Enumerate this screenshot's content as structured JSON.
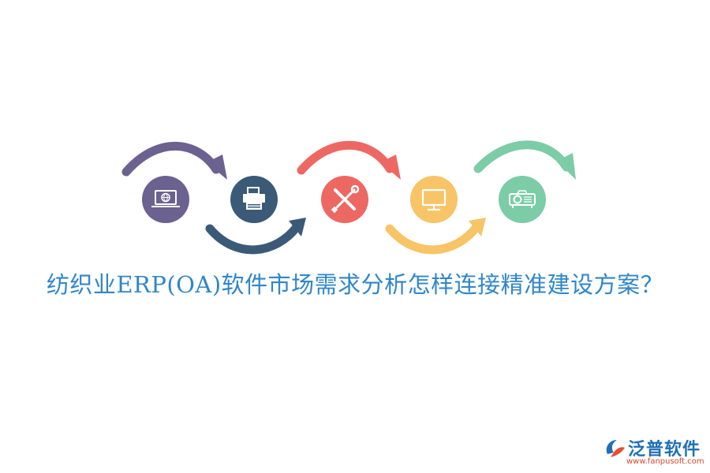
{
  "title": "纺织业ERP(OA)软件市场需求分析怎样连接精准建设方案？",
  "steps": [
    {
      "icon": "laptop-globe-icon",
      "color": "#6b6290"
    },
    {
      "icon": "printer-icon",
      "color": "#3a5a78"
    },
    {
      "icon": "wrench-screwdriver-icon",
      "color": "#ee6863"
    },
    {
      "icon": "monitor-icon",
      "color": "#f7c467"
    },
    {
      "icon": "projector-icon",
      "color": "#7ccca8"
    }
  ],
  "arrows": [
    {
      "color": "#6b6290"
    },
    {
      "color": "#3a5a78"
    },
    {
      "color": "#ee6863"
    },
    {
      "color": "#f7c467"
    },
    {
      "color": "#7ccca8"
    }
  ],
  "logo": {
    "name": "泛普软件",
    "url": "www.fanpusoft.com",
    "colors": {
      "text": "#1f6fb5",
      "url": "#d9482b",
      "mark": "#1f6fb5",
      "accent": "#e94b2e"
    }
  }
}
